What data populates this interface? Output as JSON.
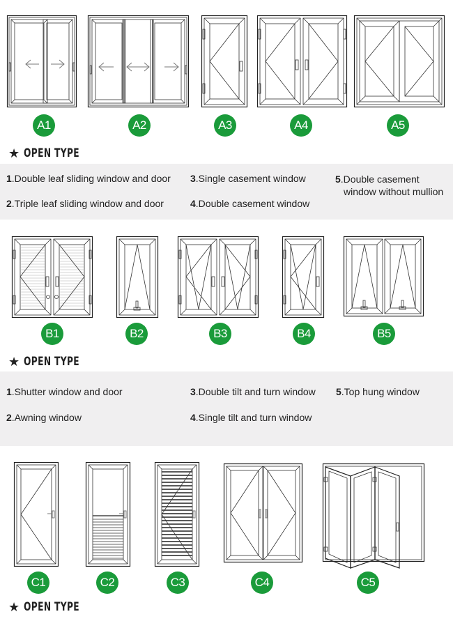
{
  "sections": [
    {
      "id": "A",
      "header": {
        "icon": "star-icon",
        "title": "OPEN TYPE"
      },
      "figures": [
        {
          "badge": "A1",
          "depicts": "double leaf sliding"
        },
        {
          "badge": "A2",
          "depicts": "triple leaf sliding"
        },
        {
          "badge": "A3",
          "depicts": "single casement"
        },
        {
          "badge": "A4",
          "depicts": "double casement"
        },
        {
          "badge": "A5",
          "depicts": "double casement without mullion"
        }
      ],
      "items": [
        {
          "num": "1",
          "text": ".Double leaf sliding window and door"
        },
        {
          "num": "2",
          "text": ".Triple leaf sliding window and door"
        },
        {
          "num": "3",
          "text": ".Single casement window"
        },
        {
          "num": "4",
          "text": ".Double casement window"
        },
        {
          "num": "5",
          "text": ".Double casement",
          "text2": "window without mullion"
        }
      ]
    },
    {
      "id": "B",
      "header": {
        "icon": "star-icon",
        "title": "OPEN TYPE"
      },
      "figures": [
        {
          "badge": "B1"
        },
        {
          "badge": "B2"
        },
        {
          "badge": "B3"
        },
        {
          "badge": "B4"
        },
        {
          "badge": "B5"
        }
      ],
      "items": [
        {
          "num": "1",
          "text": ".Shutter window and door"
        },
        {
          "num": "2",
          "text": ".Awning window"
        },
        {
          "num": "3",
          "text": ".Double tilt and turn window"
        },
        {
          "num": "4",
          "text": ".Single tilt and turn window"
        },
        {
          "num": "5",
          "text": ".Top hung window"
        }
      ]
    },
    {
      "id": "C",
      "header": {
        "icon": "star-icon",
        "title": "OPEN TYPE"
      },
      "figures": [
        {
          "badge": "C1"
        },
        {
          "badge": "C2"
        },
        {
          "badge": "C3"
        },
        {
          "badge": "C4"
        },
        {
          "badge": "C5"
        }
      ]
    }
  ],
  "colors": {
    "badge_bg": "#1a9b3a",
    "badge_text": "#ffffff",
    "panel_bg": "#f0eff0",
    "text": "#222222"
  }
}
